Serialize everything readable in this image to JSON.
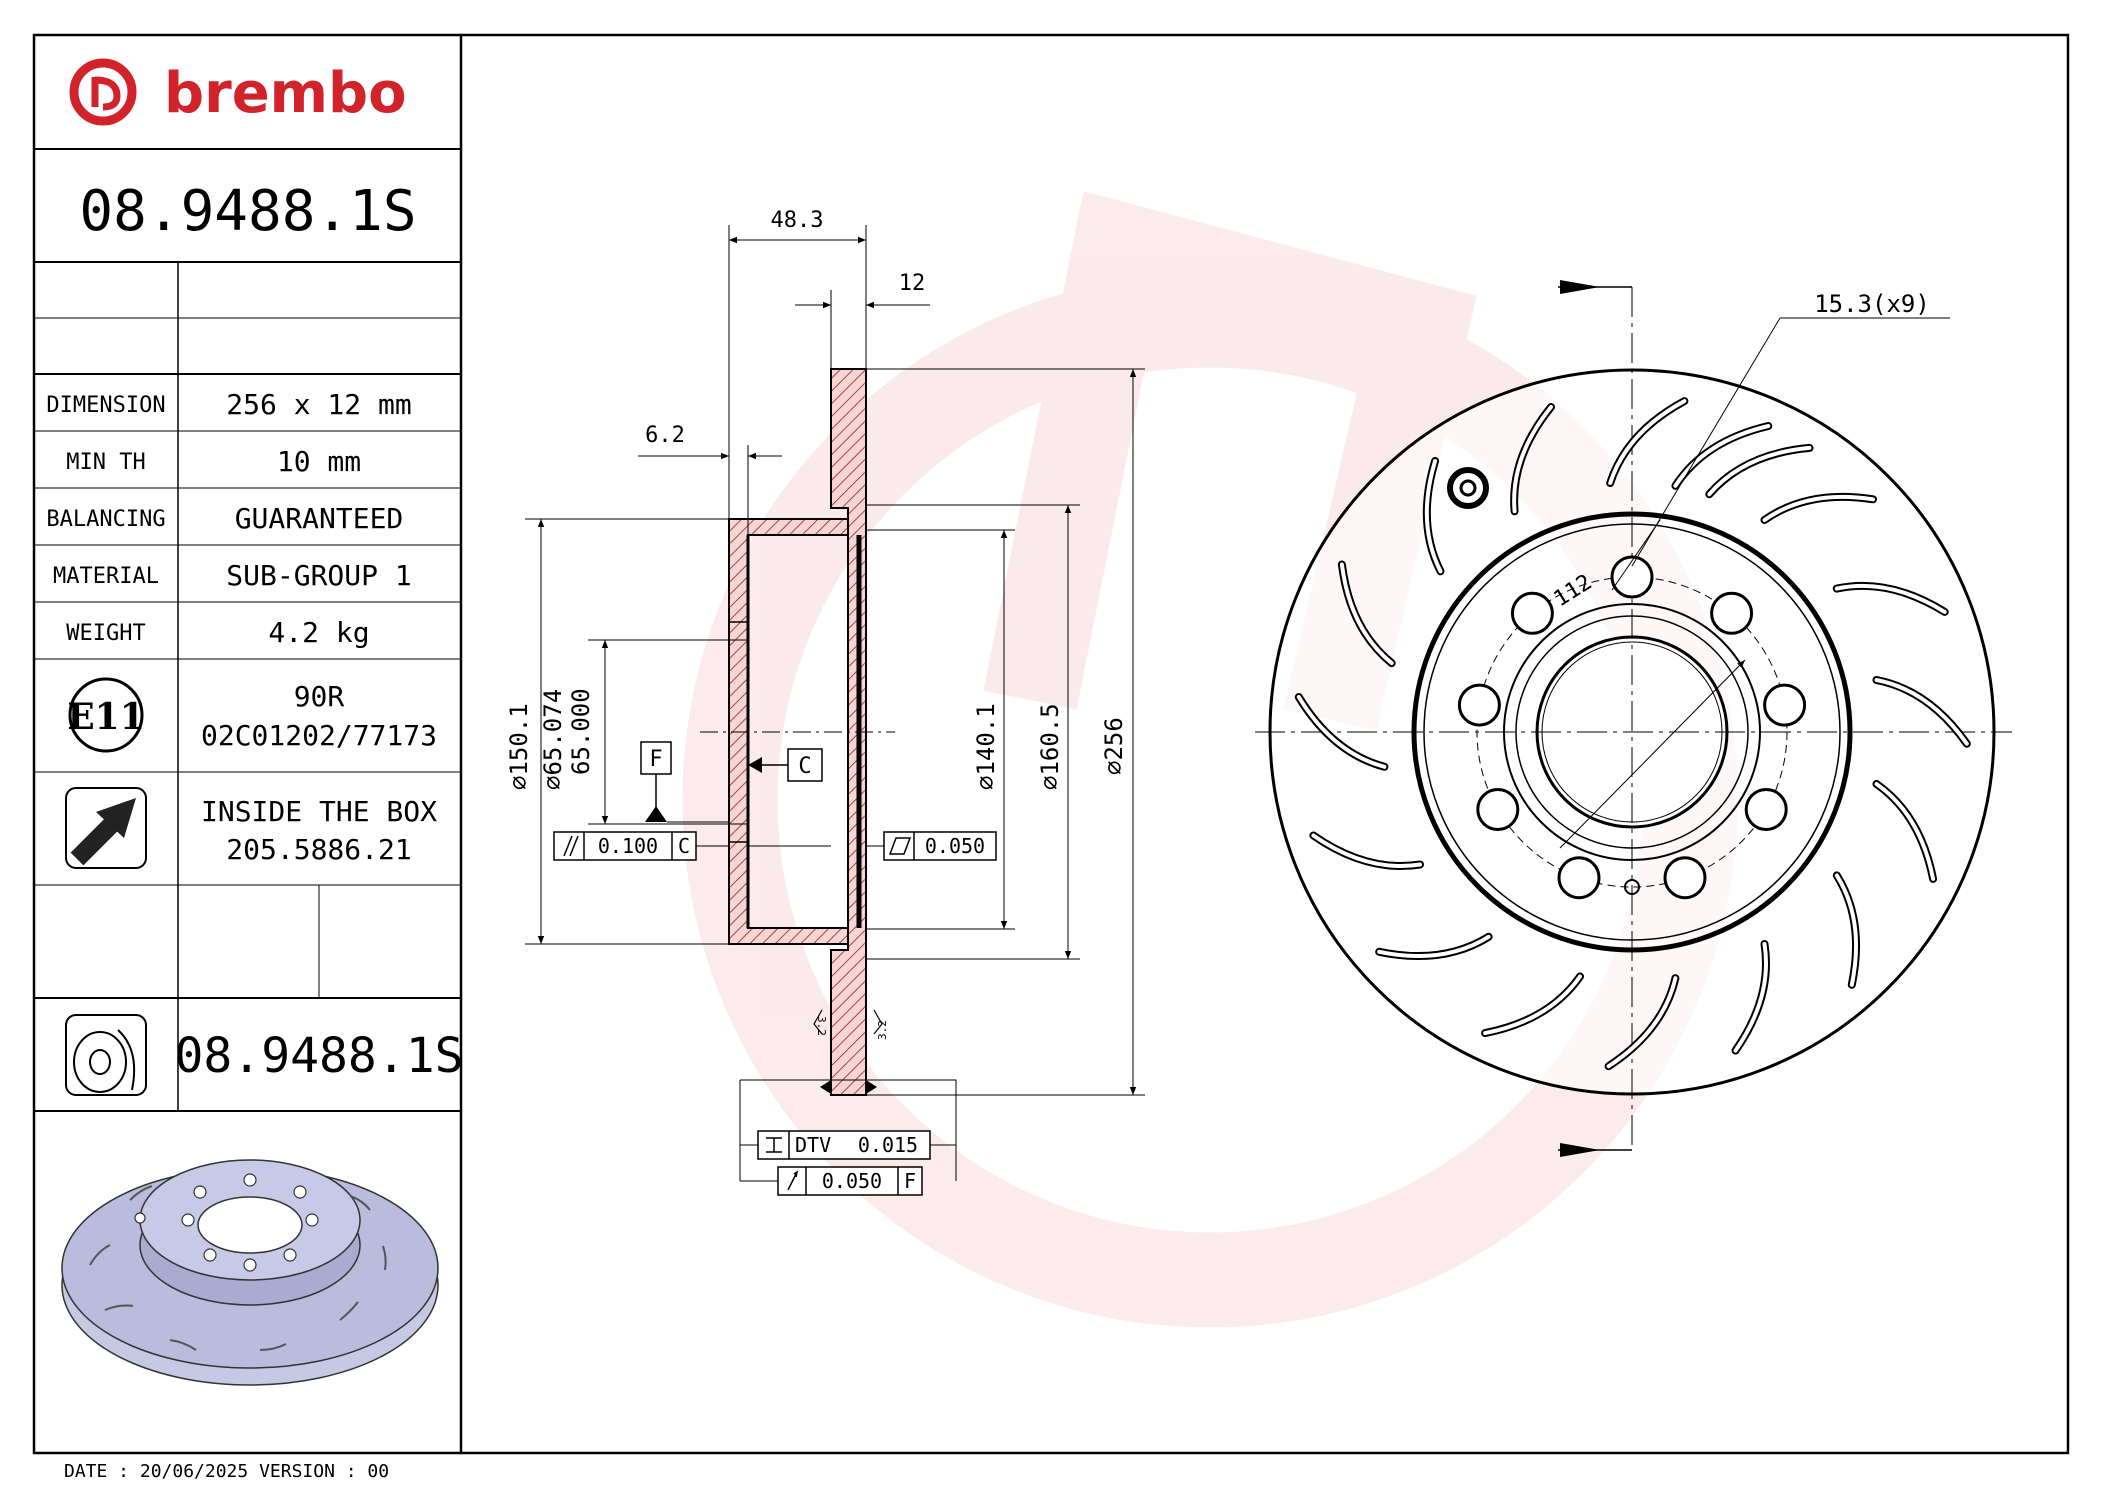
{
  "brand": {
    "name": "brembo",
    "color": "#d2232a",
    "icon": "brembo-logo-icon"
  },
  "part_number": "08.9488.1S",
  "specs": {
    "dimension_label": "DIMENSION",
    "dimension_value": "256 x 12 mm",
    "min_th_label": "MIN TH",
    "min_th_value": "10 mm",
    "balancing_label": "BALANCING",
    "balancing_value": "GUARANTEED",
    "material_label": "MATERIAL",
    "material_value": "SUB-GROUP 1",
    "weight_label": "WEIGHT",
    "weight_value": "4.2 kg"
  },
  "approval": {
    "mark": "E11",
    "line1": "90R",
    "line2": "02C01202/77173"
  },
  "box": {
    "icon": "screw-icon",
    "line1": "INSIDE THE BOX",
    "line2": "205.5886.21"
  },
  "product_code": {
    "icon": "disc-type-icon",
    "value": "08.9488.1S"
  },
  "footer": "DATE : 20/06/2025 VERSION : 00",
  "section_dims": {
    "d48": "48.3",
    "d12": "12",
    "d62": "6.2",
    "dia150": "150.1",
    "dia65a": "65.074",
    "dia65b": "65.000",
    "dia140": "140.1",
    "dia160": "160.5",
    "dia256": "256",
    "datum_f": "F",
    "datum_c": "C",
    "tol_parallel_value": "0.100",
    "tol_parallel_ref": "C",
    "tol_flat_value": "0.050",
    "finish_a": "3.2",
    "finish_b": "3.2",
    "dtv_label": "DTV",
    "dtv_value": "0.015",
    "runout_value": "0.050",
    "runout_ref": "F"
  },
  "front_dims": {
    "hole": "15.3(x9)",
    "pcd": "112"
  }
}
